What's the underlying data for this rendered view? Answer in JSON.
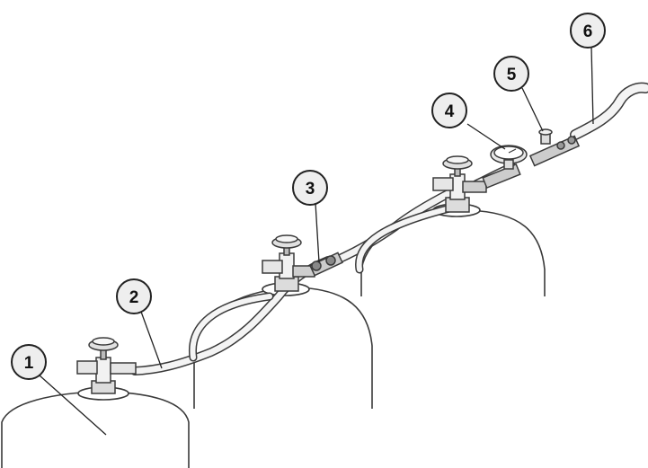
{
  "diagram": {
    "callouts": [
      {
        "label": "1",
        "target": "cylinder"
      },
      {
        "label": "2",
        "target": "connecting-hose"
      },
      {
        "label": "3",
        "target": "cylinder-valve-connector"
      },
      {
        "label": "4",
        "target": "pressure-gauge"
      },
      {
        "label": "5",
        "target": "outlet-valve"
      },
      {
        "label": "6",
        "target": "outlet-hose"
      }
    ]
  },
  "colors": {
    "line": "#3a3a3a",
    "hose_fill": "#f4f4f4",
    "callout_stroke": "#222222",
    "callout_fill": "#eeeeee"
  }
}
